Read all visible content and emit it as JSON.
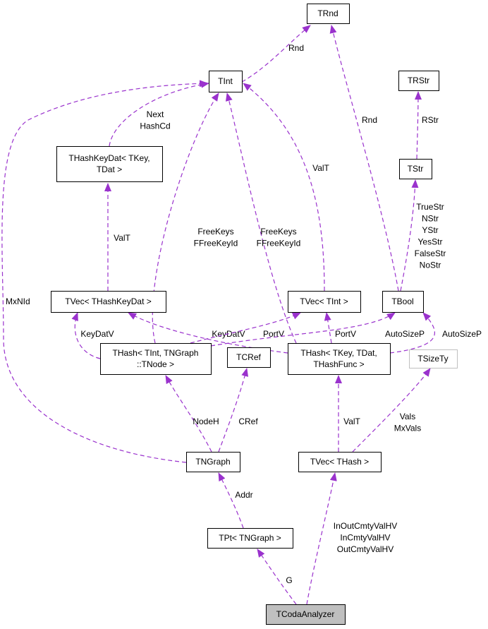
{
  "diagram": {
    "edge_color": "#9a32cd",
    "root_fill": "#bfbfbf",
    "nodes": [
      {
        "id": "trnd",
        "lines": [
          "TRnd"
        ]
      },
      {
        "id": "tint",
        "lines": [
          "TInt"
        ]
      },
      {
        "id": "trstr",
        "lines": [
          "TRStr"
        ]
      },
      {
        "id": "thashkeydat",
        "lines": [
          "THashKeyDat< TKey,",
          "TDat >"
        ]
      },
      {
        "id": "tstr",
        "lines": [
          "TStr"
        ]
      },
      {
        "id": "tvec_hkd",
        "lines": [
          "TVec< THashKeyDat >"
        ]
      },
      {
        "id": "tvec_tint",
        "lines": [
          "TVec< TInt >"
        ]
      },
      {
        "id": "tbool",
        "lines": [
          "TBool"
        ]
      },
      {
        "id": "thash_tint",
        "lines": [
          "THash< TInt, TNGraph",
          "::TNode >"
        ]
      },
      {
        "id": "tcref",
        "lines": [
          "TCRef"
        ]
      },
      {
        "id": "thash_tkey",
        "lines": [
          "THash< TKey, TDat,",
          "THashFunc >"
        ]
      },
      {
        "id": "tsizety",
        "lines": [
          "TSizeTy"
        ]
      },
      {
        "id": "tngraph",
        "lines": [
          "TNGraph"
        ]
      },
      {
        "id": "tvec_thash",
        "lines": [
          "TVec< THash >"
        ]
      },
      {
        "id": "tpt",
        "lines": [
          "TPt< TNGraph >"
        ]
      },
      {
        "id": "tcoda",
        "lines": [
          "TCodaAnalyzer"
        ]
      }
    ],
    "edges": [
      {
        "from": "tint",
        "to": "trnd",
        "labels": [
          "Rnd"
        ]
      },
      {
        "from": "tbool",
        "to": "trnd",
        "labels": [
          "Rnd"
        ]
      },
      {
        "from": "tstr",
        "to": "trstr",
        "labels": [
          "RStr"
        ]
      },
      {
        "from": "thashkeydat",
        "to": "tint",
        "labels": [
          "Next",
          "HashCd"
        ]
      },
      {
        "from": "tvec_hkd",
        "to": "thashkeydat",
        "labels": [
          "ValT"
        ]
      },
      {
        "from": "thash_tint",
        "to": "tint",
        "labels": [
          "FreeKeys",
          "FFreeKeyId"
        ]
      },
      {
        "from": "thash_tkey",
        "to": "tint",
        "labels": [
          "FreeKeys",
          "FFreeKeyId"
        ]
      },
      {
        "from": "tvec_tint",
        "to": "tint",
        "labels": [
          "ValT"
        ]
      },
      {
        "from": "tngraph",
        "to": "tint",
        "labels": [
          "MxNId"
        ]
      },
      {
        "from": "tbool",
        "to": "tstr",
        "labels": [
          "TrueStr",
          "NStr",
          "YStr",
          "YesStr",
          "FalseStr",
          "NoStr"
        ]
      },
      {
        "from": "thash_tint",
        "to": "tvec_hkd",
        "labels": [
          "KeyDatV"
        ]
      },
      {
        "from": "thash_tkey",
        "to": "tvec_hkd",
        "labels": [
          "KeyDatV"
        ]
      },
      {
        "from": "thash_tint",
        "to": "tvec_tint",
        "labels": [
          "PortV"
        ]
      },
      {
        "from": "thash_tkey",
        "to": "tvec_tint",
        "labels": [
          "PortV"
        ]
      },
      {
        "from": "thash_tint",
        "to": "tbool",
        "labels": [
          "AutoSizeP"
        ]
      },
      {
        "from": "thash_tkey",
        "to": "tbool",
        "labels": [
          "AutoSizeP"
        ]
      },
      {
        "from": "tngraph",
        "to": "thash_tint",
        "labels": [
          "NodeH"
        ]
      },
      {
        "from": "tngraph",
        "to": "tcref",
        "labels": [
          "CRef"
        ]
      },
      {
        "from": "tvec_thash",
        "to": "thash_tkey",
        "labels": [
          "ValT"
        ]
      },
      {
        "from": "tvec_thash",
        "to": "tsizety",
        "labels": [
          "Vals",
          "MxVals"
        ]
      },
      {
        "from": "tpt",
        "to": "tngraph",
        "labels": [
          "Addr"
        ]
      },
      {
        "from": "tcoda",
        "to": "tpt",
        "labels": [
          "G"
        ]
      },
      {
        "from": "tcoda",
        "to": "tvec_thash",
        "labels": [
          "InOutCmtyValHV",
          "InCmtyValHV",
          "OutCmtyValHV"
        ]
      }
    ]
  }
}
